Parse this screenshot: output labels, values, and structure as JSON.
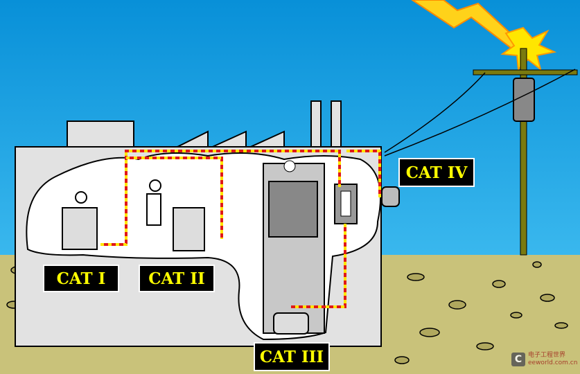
{
  "labels": {
    "cat1": "CAT I",
    "cat2": "CAT II",
    "cat3": "CAT III",
    "cat4": "CAT IV"
  },
  "watermark": {
    "chinese": "电子工程世界",
    "site": "eeworld.com.cn"
  },
  "colors": {
    "sky": "#0a9ede",
    "ground": "#c9c27a",
    "building": "#e2e2e2",
    "wiring": "#e01818",
    "wiring_dash": "#ffe600",
    "label_bg": "#000000",
    "label_text": "#ffff00"
  }
}
